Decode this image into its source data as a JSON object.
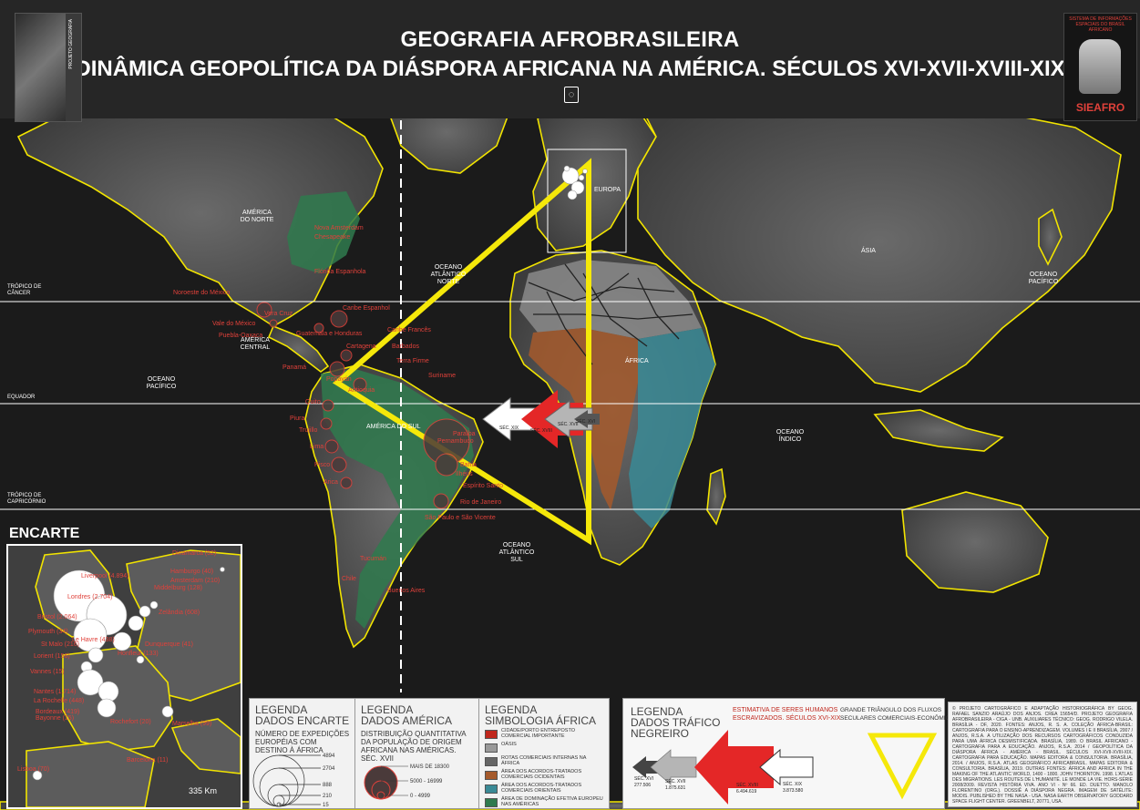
{
  "title": {
    "line1": "GEOGRAFIA AFROBRASILEIRA",
    "line2": "DINÂMICA GEOPOLÍTICA DA DIÁSPORA AFRICANA NA AMÉRICA. SÉCULOS XVI-XVII-XVIII-XIX"
  },
  "logo": {
    "left_caption": "PROJETO GEOGRAFIA",
    "right_header": "SISTEMA DE INFORMAÇÕES ESPACIAIS DO BRASIL AFRICANO",
    "right_name": "SIEAFRO"
  },
  "colors": {
    "background": "#1a1a1a",
    "coastline": "#f2e400",
    "label_red": "#e0413a",
    "triangle": "#f5e80a",
    "arrow_red": "#e42727",
    "arrow_gray": "#b0b0b0",
    "arrow_white": "#ffffff",
    "west_africa_area": "#b06030",
    "east_africa_area": "#3a8a96",
    "americas_area": "#2f7a4e",
    "north_africa_area": "#888888"
  },
  "map": {
    "lines": {
      "tropic_cancer": "TRÓPICO DE\nCÂNCER",
      "equator": "EQUADOR",
      "tropic_capricorn": "TRÓPICO DE\nCAPRICÓRNIO"
    },
    "regions": {
      "north_america": "AMÉRICA\nDO NORTE",
      "central_america": "AMÉRICA\nCENTRAL",
      "south_america": "AMÉRICA DO SUL",
      "europe": "EUROPA",
      "asia": "ÁSIA",
      "africa": "ÁFRICA"
    },
    "oceans": {
      "atlantic_north": "OCEANO\nATLÂNTICO\nNORTE",
      "atlantic_south": "OCEANO\nATLÂNTICO\nSUL",
      "pacific_west": "OCEANO\nPACÍFICO",
      "pacific_east": "OCEANO\nPACÍFICO",
      "indian": "OCEANO\nÍNDICO"
    },
    "places": [
      "Nova Amsterdam",
      "Chesapeake",
      "Flórida Espanhola",
      "Noroeste do México",
      "Caribe Espanhol",
      "Vera Cruz",
      "Vale do México",
      "Puebla-Oaxaca",
      "Guatemala e Honduras",
      "Caribe Francês",
      "Barbados",
      "Cartagena",
      "Panamá",
      "Terra Firme",
      "Popayán",
      "Antioquia",
      "Suriname",
      "Quito",
      "Piura",
      "Trujillo",
      "Lima",
      "Pisco",
      "Arica",
      "Pernambuco",
      "Paraíba",
      "Bahia",
      "Ilhéus",
      "Espírito Santo",
      "Rio de Janeiro",
      "São Paulo e São Vicente",
      "Tucumán",
      "Chile",
      "Buenos Aires"
    ],
    "arrow_labels": [
      "SÉC. XIX",
      "SÉC. XVIII",
      "SÉC. XVII",
      "SÉC. XVI"
    ]
  },
  "encarte": {
    "title": "ENCARTE",
    "scale": "335 Km",
    "places": [
      "Liverpool (4.894)",
      "Londres (2.704)",
      "Bristol (2.064)",
      "Plymouth (34)",
      "St Malo (216)",
      "Lorient (156)",
      "Vannes (15)",
      "Nantes (1.714)",
      "La Rochelle (448)",
      "Bordeaux (419)",
      "Bayonne (15)",
      "Rochefort (20)",
      "Middelburg (128)",
      "Amsterdam (210)",
      "Hamburgo (40)",
      "Zelândia (608)",
      "Dinamarca (52)",
      "Le Havre (438)",
      "Honfleur (133)",
      "Dunquerque (41)",
      "Marselha (99)",
      "Barcelona (11)",
      "Lisboa (70)"
    ]
  },
  "legend_encarte": {
    "title": "LEGENDA\nDADOS ENCARTE",
    "subtitle": "NÚMERO DE EXPEDIÇÕES EUROPÉIAS COM DESTINO À ÁFRICA",
    "values": [
      "4894",
      "2704",
      "888",
      "210",
      "15"
    ]
  },
  "legend_america": {
    "title": "LEGENDA\nDADOS AMÉRICA",
    "subtitle": "DISTRIBUIÇÃO QUANTITATIVA DA POPULAÇÃO DE ORIGEM AFRICANA NAS AMÉRICAS. SÉC. XVII",
    "values": [
      "MAIS DE 18300",
      "5000 - 16999",
      "0 - 4999"
    ]
  },
  "legend_africa": {
    "title": "LEGENDA\nSIMBOLOGIA ÁFRICA",
    "items": [
      "CIDADE/PORTO ENTREPOSTO COMERCIAL IMPORTANTE",
      "OÁSIS",
      "ROTAS COMERCIAIS INTERNAS NA ÁFRICA",
      "ÁREA DOS ACORDOS-TRATADOS COMERCIAIS OCIDENTAIS",
      "ÁREA DOS ACORDOS-TRATADOS COMERCIAIS ORIENTAIS",
      "ÁREA DE DOMINAÇÃO EFETIVA EUROPEU NAS AMÉRICAS"
    ]
  },
  "legend_trafico": {
    "title": "LEGENDA\nDADOS TRÁFICO\nNEGREIRO",
    "subtitle": "ESTIMATIVA DE SERES HUMANOS\nESCRAVIZADOS. SÉCULOS XVI-XIX",
    "triangle_label": "GRANDE TRIÂNGULO DOS FLUXOS\nSECULARES COMERCIAIS-ECONÔMICOS",
    "arrows": [
      {
        "label": "SÉC. XVI",
        "value": "277.506"
      },
      {
        "label": "SÉC. XVII",
        "value": "1.875.631"
      },
      {
        "label": "SÉC. XVIII",
        "value": "6.494.619"
      },
      {
        "label": "SÉC. XIX",
        "value": "3.873.580"
      }
    ]
  },
  "credits": "© PROJETO CARTOGRÁFICO E ADAPTAÇÃO HISTORIOGRÁFICA BY GEOG. RAFAEL SANZIO ARAÚJO DOS ANJOS. CREA 15654/D. PROJETO GEOGRAFIA AFROBRASILEIRA - CIGA - UNB. AUXILIARES TÉCNICO: GEOG. RODRIGO VILELA. BRASÍLIA - DF, 2020. FONTES: ANJOS, R. S. A. COLEÇÃO ÁFRICA-BRASIL: CARTOGRAFIA PARA O ENSINO-APRENDIZAGEM. VOLUMES I E II BRASÍLIA, 2007 / ANJOS, R.S.A. A UTILIZAÇÃO DOS RECURSOS CARTOGRÁFICOS CONDUZIDA PARA UMA ÁFRICA DESMISTIFICADA. BRASÍLIA, 1989. O BRASIL AFRICANO - CARTOGRAFIA PARA A EDUCAÇÃO. ANJOS, R.S.A. 2014 / GEOPOLÍTICA DA DIÁSPORA ÁFRICA - AMÉRICA - BRASIL. SÉCULOS XVI-XVII-XVIII-XIX. CARTOGRAFIA PARA EDUCAÇÃO. MAPAS EDITORA & CONSULTORIA. BRASÍLIA, 2014. / ANJOS, R.S.A. ATLAS GEOGRÁFICO AFRICABRASIL. MAPAS EDITORA & CONSULTORIA. BRASÍLIA, 2019. OUTRAS FONTES: ÁFRICA AND AFRICA IN THE MAKING OF THE ATLANTIC WORLD, 1400 - 1800. JOHN THORNTON. 1998. L'ATLAS DES MIGRATIONS. LES ROUTES DE L'HUMANITÉ. LE MONDE LA VIE. HORS-SÉRIE 2008/2009. REVISTA HISTÓRIA VIVA. ANO VI - Nº 66. ED. DUETTO. MANOLO FLORENTINO (ORG.). DOSSIÊ A DIÁSPORA NEGRA. IMAGEM DE SATÉLITE: MODIS. PUBLISHED BY THE NASA - USA. NASA EARTH OBSERVATORY GODDARD SPACE FLIGHT CENTER. GREENBELT, 20771, USA."
}
